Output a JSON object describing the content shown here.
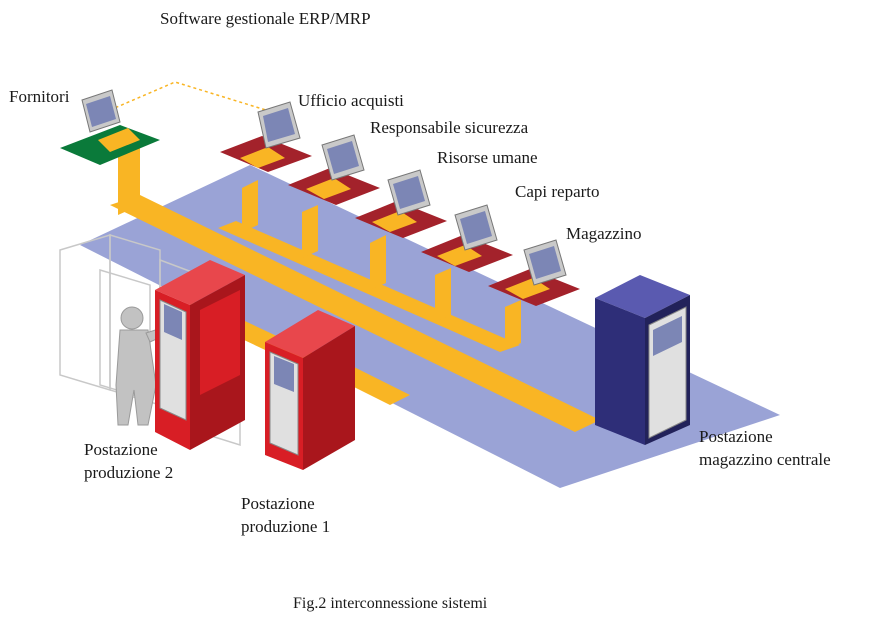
{
  "title": "Software gestionale ERP/MRP",
  "nodes": {
    "fornitori": "Fornitori",
    "ufficio_acquisti": "Ufficio acquisti",
    "responsabile_sicurezza": "Responsabile sicurezza",
    "risorse_umane": "Risorse umane",
    "capi_reparto": "Capi reparto",
    "magazzino": "Magazzino",
    "postazione_produzione_2": [
      "Postazione",
      "produzione 2"
    ],
    "postazione_produzione_1": [
      "Postazione",
      "produzione 1"
    ],
    "postazione_magazzino_centrale": [
      "Postazione",
      "magazzino centrale"
    ]
  },
  "caption": "Fig.2 interconnessione sistemi",
  "colors": {
    "floor": "#9aa3d6",
    "network": "#f9b524",
    "desk": "#a3222b",
    "supplier_desk": "#0a7a3a",
    "production_cabinet": "#d81e25",
    "central_cabinet": "#3a3a86",
    "monitor": "#c9c9c9"
  }
}
